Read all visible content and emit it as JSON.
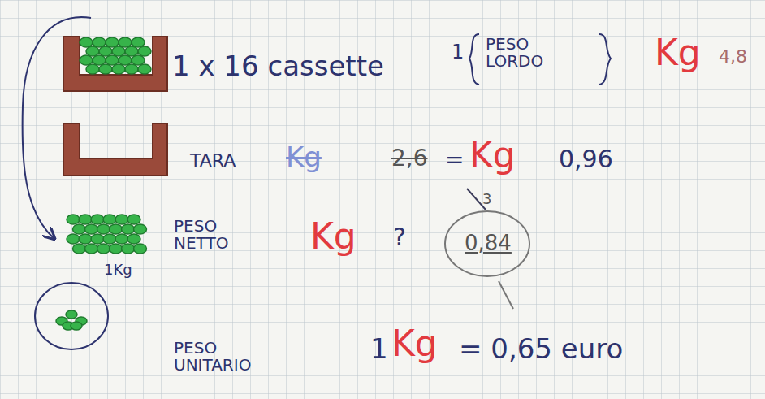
{
  "diagram": {
    "nodes": [
      {
        "text": [
          "1Kg"
        ]
      }
    ],
    "labels": [
      "1 x 16 cassette",
      "1",
      "PESO LORDO",
      "Kg",
      "4,8",
      "TARA",
      "Kg",
      "2,6",
      "=",
      "Kg",
      "0,96",
      "PESO NETTO",
      "Kg",
      "?",
      "3",
      "0,84",
      "PESO UNITARIO",
      "1",
      "Kg",
      "= 0,65 euro"
    ]
  }
}
